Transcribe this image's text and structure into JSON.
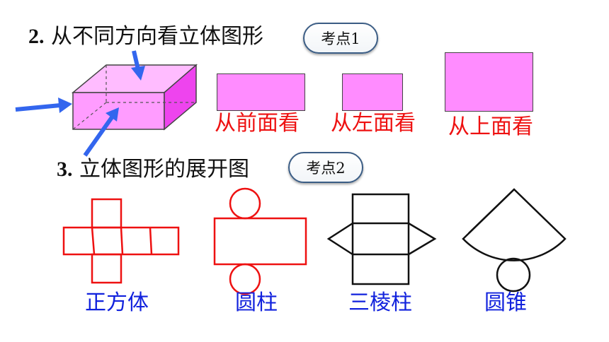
{
  "section2": {
    "number": "2.",
    "title": "从不同方向看立体图形",
    "badge": "考点1"
  },
  "views": {
    "front": "从前面看",
    "left": "从左面看",
    "top": "从上面看"
  },
  "section3": {
    "number": "3.",
    "title": "立体图形的展开图",
    "badge": "考点2"
  },
  "nets": {
    "cube": "正方体",
    "cylinder": "圆柱",
    "prism": "三棱柱",
    "cone": "圆锥"
  },
  "colors": {
    "solid_fill": "#ff8cff",
    "arrow": "#3366ee",
    "view_label": "#ee1111",
    "net_label": "#1122dd",
    "cube_net_stroke": "#ee1111",
    "cylinder_net_stroke": "#ee1111",
    "prism_net_stroke": "#111111",
    "cone_net_stroke": "#111111"
  },
  "icons": [
    "arrow-icon"
  ]
}
